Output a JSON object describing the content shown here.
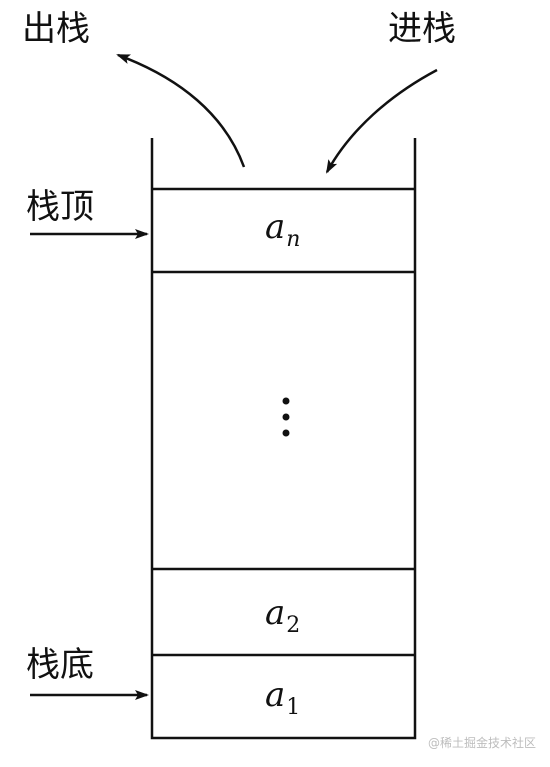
{
  "labels": {
    "pop": "出栈",
    "push": "进栈",
    "top": "栈顶",
    "bottom": "栈底"
  },
  "cells": {
    "top": {
      "base": "a",
      "sub": "n"
    },
    "second": {
      "base": "a",
      "sub": "2"
    },
    "first": {
      "base": "a",
      "sub": "1"
    }
  },
  "watermark": "@稀土掘金技术社区"
}
